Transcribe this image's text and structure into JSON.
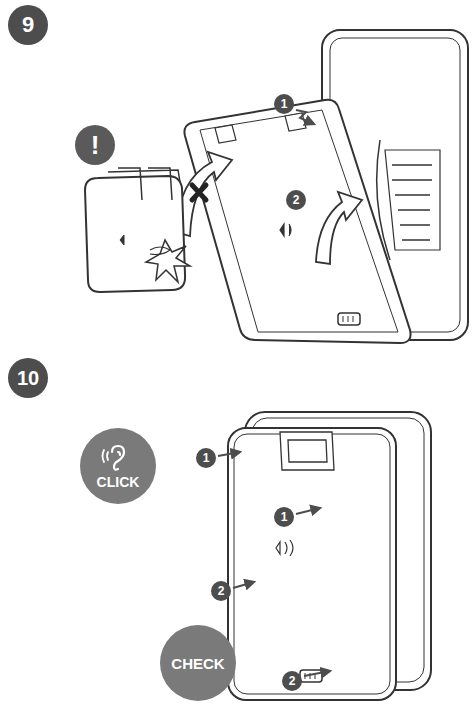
{
  "diagram": {
    "nodes": [
      {
        "text": [
          "9"
        ]
      },
      {
        "text": [
          "!"
        ]
      },
      {
        "text": [
          "10"
        ]
      },
      {
        "text": [
          "CLICK"
        ]
      },
      {
        "text": [
          "CHECK"
        ]
      }
    ],
    "labels": [
      "1",
      "2",
      "1",
      "1",
      "2",
      "2"
    ]
  }
}
